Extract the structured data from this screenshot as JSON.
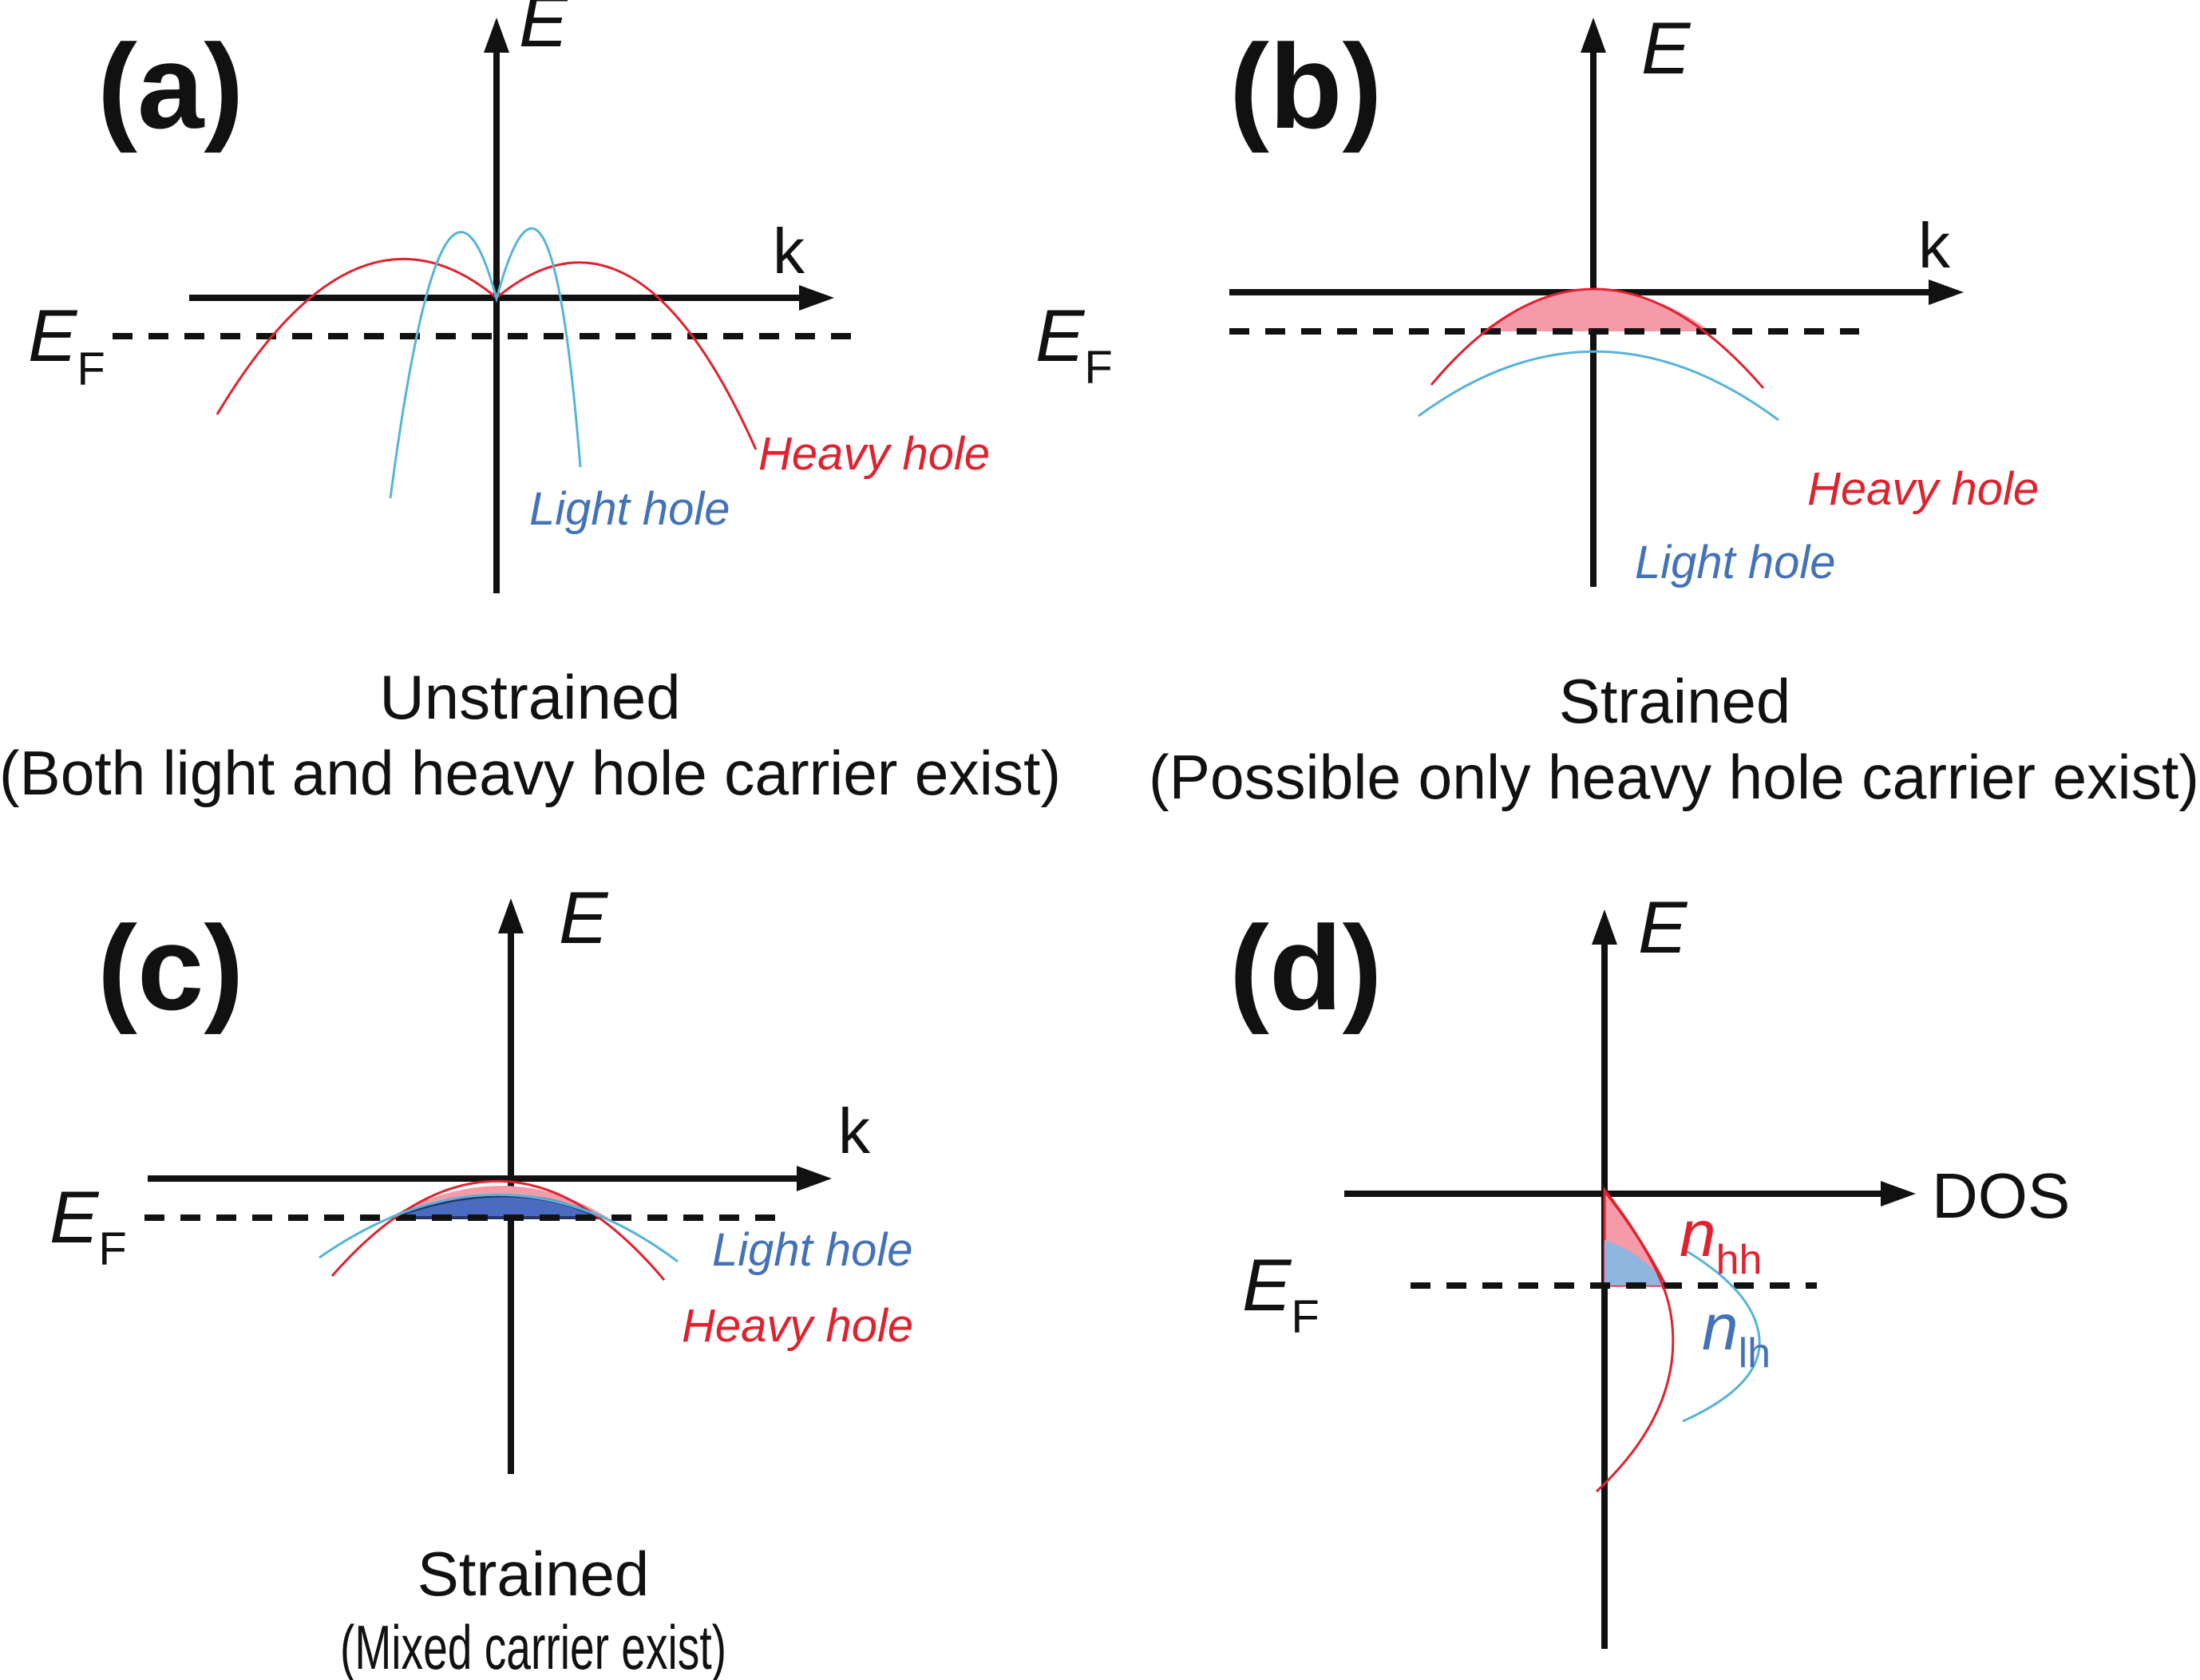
{
  "colors": {
    "axis": "#111111",
    "heavy_hole": "#e0222e",
    "light_hole": "#56b4d8",
    "light_hole_text": "#4472b8",
    "hh_fill": "#f59aa8",
    "lh_fill_dark": "#4a6bbf",
    "lh_fill_dark_edge": "#26366a",
    "lh_fill_light": "#8fb6df"
  },
  "panels": {
    "a": {
      "label": "(a)",
      "y_axis": "E",
      "x_axis": "k",
      "fermi": "E",
      "fermi_sub": "F",
      "heavy_hole": "Heavy hole",
      "light_hole": "Light hole",
      "caption_line1": "Unstrained",
      "caption_line2": "(Both light and heavy hole carrier exist)"
    },
    "b": {
      "label": "(b)",
      "y_axis": "E",
      "x_axis": "k",
      "fermi": "E",
      "fermi_sub": "F",
      "heavy_hole": "Heavy hole",
      "light_hole": "Light hole",
      "caption_line1": "Strained",
      "caption_line2": "(Possible only heavy hole carrier exist)"
    },
    "c": {
      "label": "(c)",
      "y_axis": "E",
      "x_axis": "k",
      "fermi": "E",
      "fermi_sub": "F",
      "light_hole": "Light hole",
      "heavy_hole": "Heavy hole",
      "caption_line1": "Strained",
      "caption_line2": "(Mixed carrier exist)"
    },
    "d": {
      "label": "(d)",
      "y_axis": "E",
      "x_axis": "DOS",
      "fermi": "E",
      "fermi_sub": "F",
      "n_hh": "n",
      "n_hh_sub": "hh",
      "n_lh": "n",
      "n_lh_sub": "lh"
    }
  }
}
